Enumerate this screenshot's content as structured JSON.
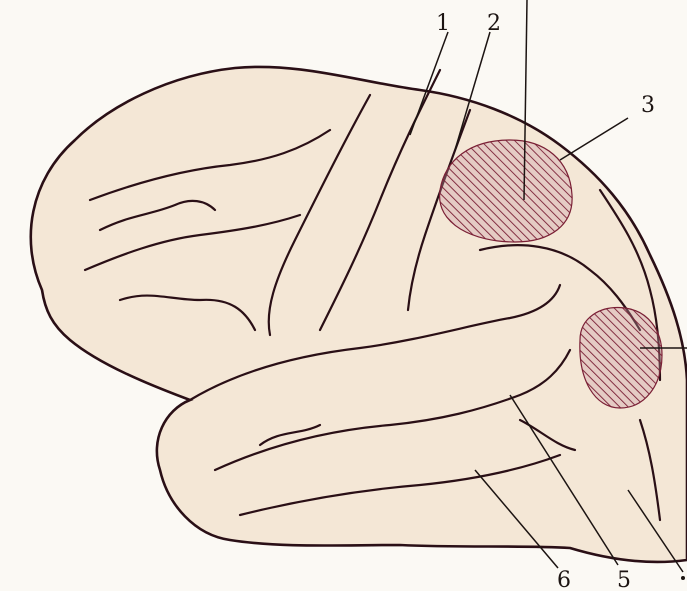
{
  "diagram": {
    "labels": {
      "one": "1",
      "two": "2",
      "three": "3",
      "five": "5",
      "six": "6"
    },
    "colors": {
      "brain_fill": "#f4e7d6",
      "outline": "#2a0f16",
      "hatch": "#7a1f35",
      "hatch_fill": "#c898a2",
      "leader": "#1c1412"
    }
  }
}
